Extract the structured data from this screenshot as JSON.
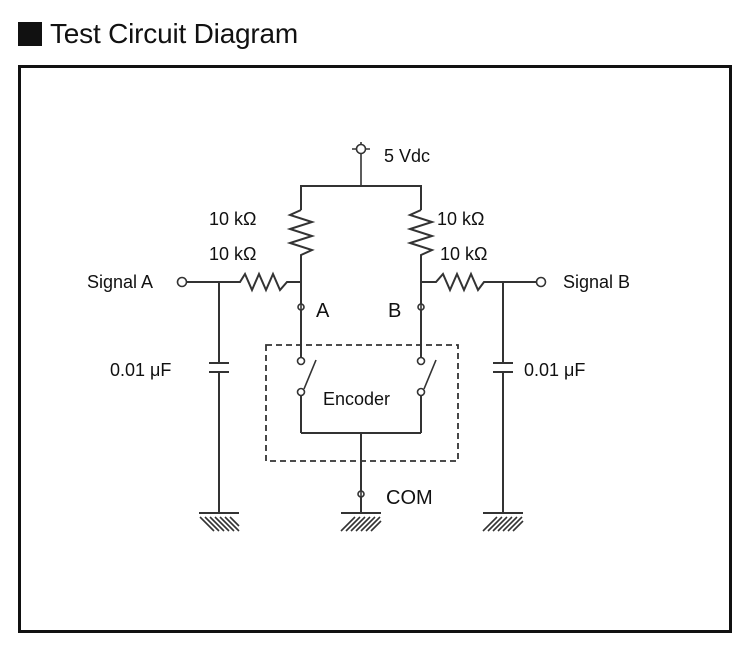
{
  "heading": {
    "title": "Test Circuit Diagram",
    "icon": "black-square-bullet"
  },
  "circuit": {
    "supply_label": "5 Vdc",
    "pullup_resistor_left": "10 kΩ",
    "pullup_resistor_right": "10 kΩ",
    "series_resistor_left": "10 kΩ",
    "series_resistor_right": "10 kΩ",
    "signal_a_label": "Signal A",
    "signal_b_label": "Signal B",
    "terminal_a_label": "A",
    "terminal_b_label": "B",
    "capacitor_left_label": "0.01 μF",
    "capacitor_right_label": "0.01 μF",
    "encoder_label": "Encoder",
    "com_label": "COM"
  }
}
